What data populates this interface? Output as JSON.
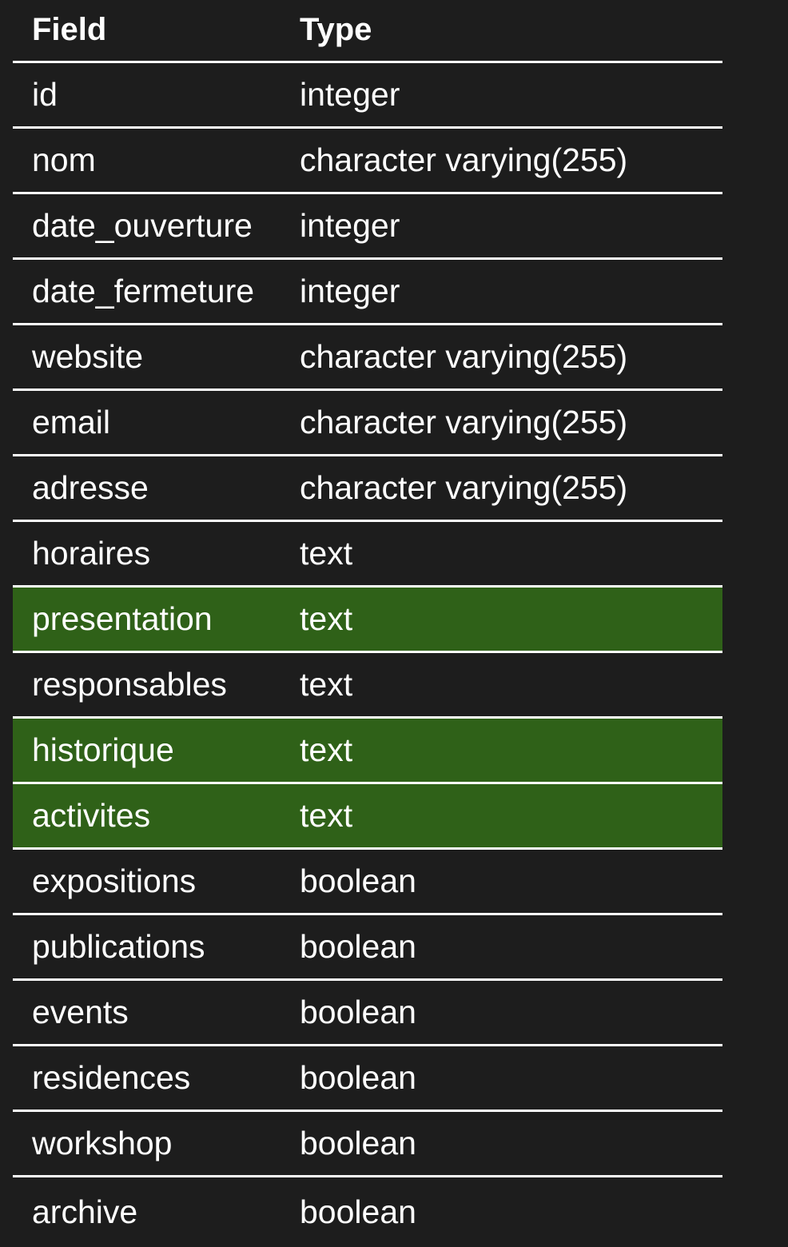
{
  "table": {
    "headers": {
      "field": "Field",
      "type": "Type"
    },
    "rows": [
      {
        "field": "id",
        "type": "integer",
        "highlighted": false
      },
      {
        "field": "nom",
        "type": "character varying(255)",
        "highlighted": false
      },
      {
        "field": "date_ouverture",
        "type": "integer",
        "highlighted": false
      },
      {
        "field": "date_fermeture",
        "type": "integer",
        "highlighted": false
      },
      {
        "field": "website",
        "type": "character varying(255)",
        "highlighted": false
      },
      {
        "field": "email",
        "type": "character varying(255)",
        "highlighted": false
      },
      {
        "field": "adresse",
        "type": "character varying(255)",
        "highlighted": false
      },
      {
        "field": "horaires",
        "type": "text",
        "highlighted": false
      },
      {
        "field": "presentation",
        "type": "text",
        "highlighted": true
      },
      {
        "field": "responsables",
        "type": "text",
        "highlighted": false
      },
      {
        "field": "historique",
        "type": "text",
        "highlighted": true
      },
      {
        "field": "activites",
        "type": "text",
        "highlighted": true
      },
      {
        "field": "expositions",
        "type": "boolean",
        "highlighted": false
      },
      {
        "field": "publications",
        "type": "boolean",
        "highlighted": false
      },
      {
        "field": "events",
        "type": "boolean",
        "highlighted": false
      },
      {
        "field": "residences",
        "type": "boolean",
        "highlighted": false
      },
      {
        "field": "workshop",
        "type": "boolean",
        "highlighted": false
      },
      {
        "field": "archive",
        "type": "boolean",
        "highlighted": false
      }
    ]
  },
  "colors": {
    "background": "#1d1d1d",
    "highlight": "#2f6118",
    "text": "#ffffff",
    "rule": "#ffffff"
  }
}
